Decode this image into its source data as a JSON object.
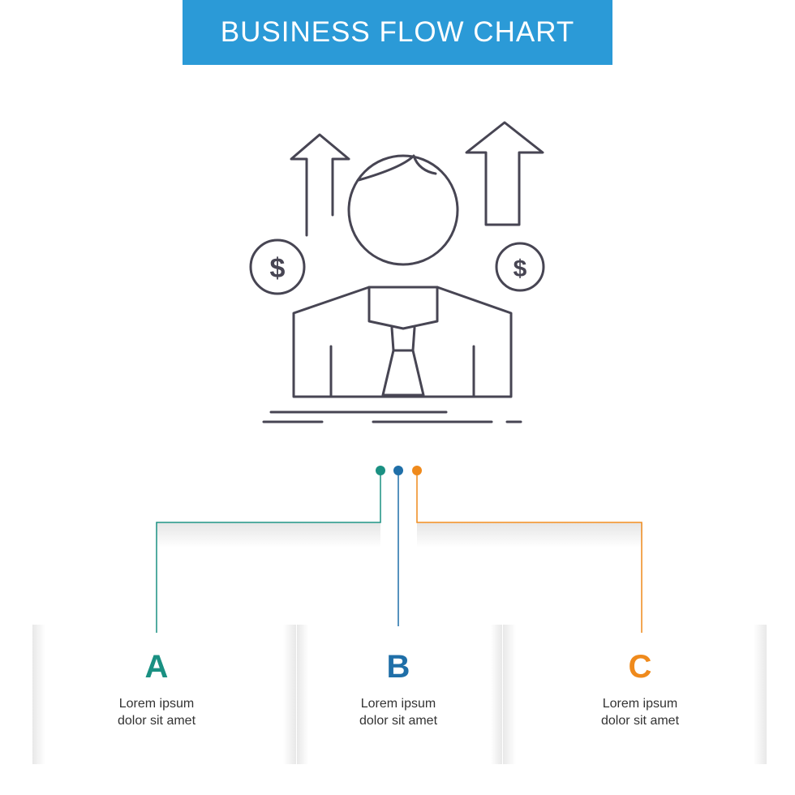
{
  "header": {
    "title": "BUSINESS FLOW CHART"
  },
  "icon": {
    "name": "businessman-growth-icon"
  },
  "colors": {
    "banner": "#2b9ad7",
    "a": "#1a9082",
    "b": "#1f6fa8",
    "c": "#ef8a1c",
    "icon_stroke": "#474553"
  },
  "steps": [
    {
      "letter": "A",
      "line1": "Lorem ipsum",
      "line2": "dolor sit amet"
    },
    {
      "letter": "B",
      "line1": "Lorem ipsum",
      "line2": "dolor sit amet"
    },
    {
      "letter": "C",
      "line1": "Lorem ipsum",
      "line2": "dolor sit amet"
    }
  ]
}
